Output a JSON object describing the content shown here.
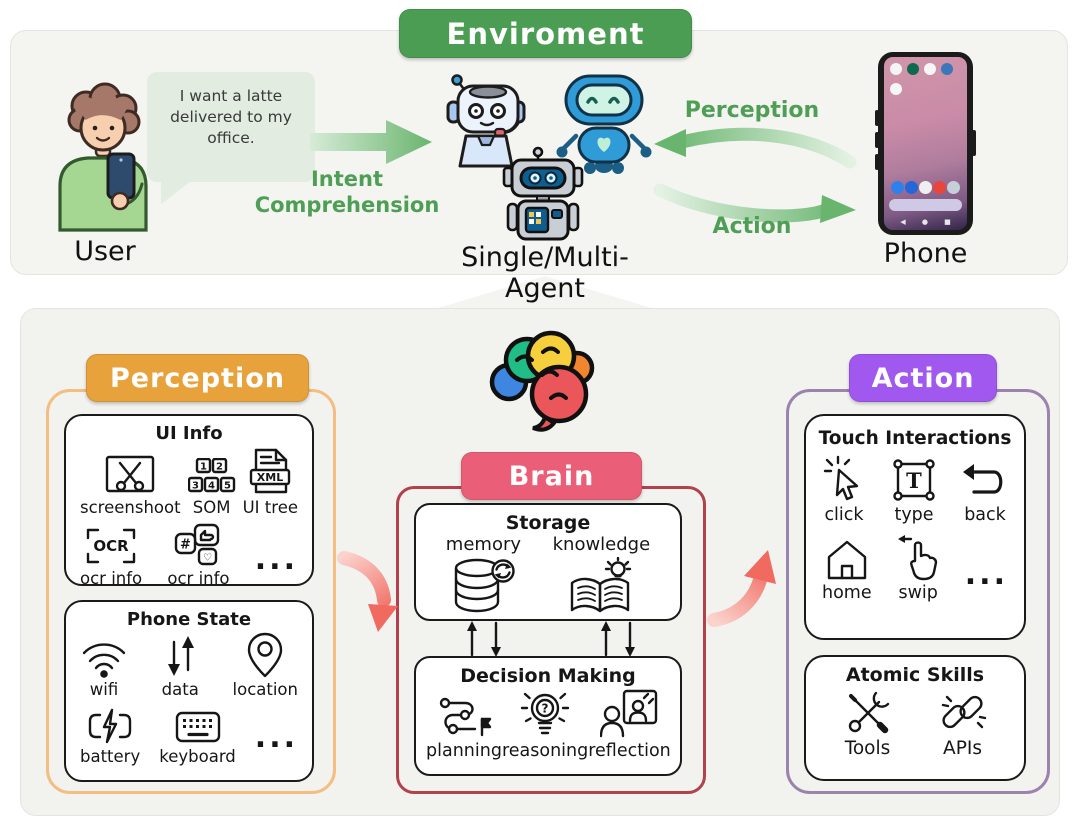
{
  "colors": {
    "environment_green": "#4A9D52",
    "green_label": "#4E9E55",
    "perception_orange": "#E8A23B",
    "perception_border": "#F4BD82",
    "brain_pink": "#EA5F77",
    "brain_border": "#B2414B",
    "action_purple": "#A158EF",
    "action_border": "#9C82AE",
    "arrow_green_dark": "#69B56E",
    "arrow_pink_dark": "#F06A60"
  },
  "environment": {
    "title": "Enviroment",
    "user": {
      "label": "User",
      "speech": "I want a latte delivered to my office."
    },
    "intent_arrow_label": "Intent Comprehension",
    "agent_label": "Single/Multi-Agent",
    "perception_arrow_label": "Perception",
    "action_arrow_label": "Action",
    "phone_label": "Phone"
  },
  "perception": {
    "title": "Perception",
    "ui_info": {
      "title": "UI Info",
      "som_digits": [
        "1",
        "2",
        "3",
        "4",
        "5"
      ],
      "xml_text": "XML",
      "ocr_text": "OCR",
      "hash_text": "#",
      "heart_text": "♡",
      "row1": [
        {
          "icon": "screenshot-icon",
          "label": "screenshoot"
        },
        {
          "icon": "som-icon",
          "label": "SOM"
        },
        {
          "icon": "ui-tree-icon",
          "label": "UI tree"
        }
      ],
      "row2": [
        {
          "icon": "ocr-icon",
          "label": "ocr info"
        },
        {
          "icon": "social-info-icon",
          "label": "ocr info"
        },
        {
          "icon": "ellipsis-icon",
          "label": "..."
        }
      ]
    },
    "phone_state": {
      "title": "Phone State",
      "row1": [
        {
          "icon": "wifi-icon",
          "label": "wifi"
        },
        {
          "icon": "data-icon",
          "label": "data"
        },
        {
          "icon": "location-icon",
          "label": "location"
        }
      ],
      "row2": [
        {
          "icon": "battery-icon",
          "label": "battery"
        },
        {
          "icon": "keyboard-icon",
          "label": "keyboard"
        },
        {
          "icon": "ellipsis-icon",
          "label": "..."
        }
      ]
    }
  },
  "brain": {
    "title": "Brain",
    "storage": {
      "title": "Storage",
      "items": [
        {
          "icon": "memory-database-icon",
          "label": "memory"
        },
        {
          "icon": "knowledge-book-icon",
          "label": "knowledge"
        }
      ]
    },
    "decision": {
      "title": "Decision Making",
      "items": [
        {
          "icon": "planning-icon",
          "label": "planning"
        },
        {
          "icon": "reasoning-icon",
          "label": "reasoning"
        },
        {
          "icon": "reflection-icon",
          "label": "reflection"
        }
      ]
    }
  },
  "action": {
    "title": "Action",
    "touch": {
      "title": "Touch Interactions",
      "type_text": "T",
      "row1": [
        {
          "icon": "click-icon",
          "label": "click"
        },
        {
          "icon": "type-icon",
          "label": "type"
        },
        {
          "icon": "back-icon",
          "label": "back"
        }
      ],
      "row2": [
        {
          "icon": "home-icon",
          "label": "home"
        },
        {
          "icon": "swipe-icon",
          "label": "swip"
        },
        {
          "icon": "ellipsis-icon",
          "label": "..."
        }
      ]
    },
    "atomic": {
      "title": "Atomic Skills",
      "items": [
        {
          "icon": "tools-icon",
          "label": "Tools"
        },
        {
          "icon": "apis-icon",
          "label": "APIs"
        }
      ]
    }
  }
}
